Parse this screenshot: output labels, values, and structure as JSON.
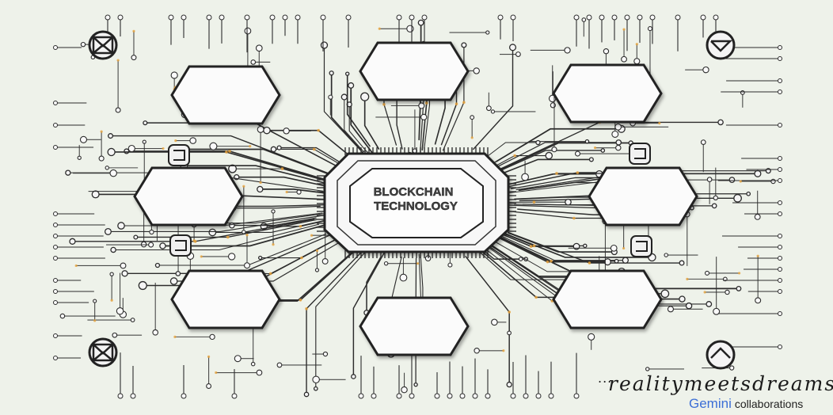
{
  "diagram": {
    "center_label_line1": "BLOCKCHAIN",
    "center_label_line2": "TECHNOLOGY",
    "node_fill": "#fbfbfb",
    "node_stroke": "#222222",
    "trace_color": "#2c2c2c",
    "accent_color": "#e6a23c",
    "background": "#eef2ea"
  },
  "watermark": {
    "dots": "...",
    "brand": "realitymeetsdreams",
    "gemini": "Gemini",
    "collab": "collaborations"
  }
}
